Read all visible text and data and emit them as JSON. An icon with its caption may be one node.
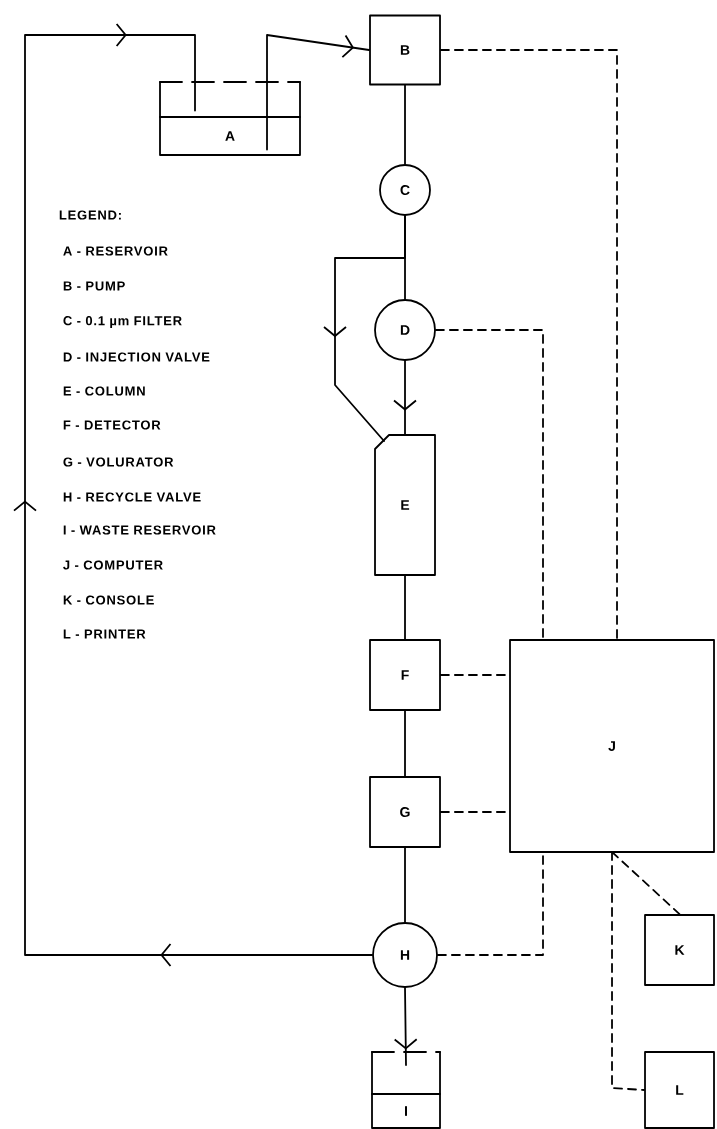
{
  "diagram": {
    "nodes": [
      {
        "text": [
          "A"
        ]
      },
      {
        "text": [
          "B"
        ]
      },
      {
        "text": [
          "C"
        ]
      },
      {
        "text": [
          "D"
        ]
      },
      {
        "text": [
          "E"
        ]
      },
      {
        "text": [
          "F"
        ]
      },
      {
        "text": [
          "G"
        ]
      },
      {
        "text": [
          "H"
        ]
      },
      {
        "text": [
          "I"
        ]
      },
      {
        "text": [
          "J"
        ]
      },
      {
        "text": [
          "K"
        ]
      },
      {
        "text": [
          "L"
        ]
      }
    ],
    "edges": [
      {
        "from": 0,
        "to": 1,
        "arrow": "to"
      },
      {
        "from": 7,
        "to": 0,
        "arrow": "to"
      },
      {
        "from": 1,
        "to": 2,
        "arrow": "none"
      },
      {
        "from": 2,
        "to": 3,
        "arrow": "none"
      },
      {
        "from": 2,
        "to": 4,
        "arrow": "to"
      },
      {
        "from": 3,
        "to": 4,
        "arrow": "to"
      },
      {
        "from": 4,
        "to": 5,
        "arrow": "none"
      },
      {
        "from": 5,
        "to": 6,
        "arrow": "none"
      },
      {
        "from": 6,
        "to": 7,
        "arrow": "none"
      },
      {
        "from": 7,
        "to": 8,
        "arrow": "to"
      },
      {
        "from": 1,
        "to": 9,
        "arrow": "none",
        "style": "dashed"
      },
      {
        "from": 3,
        "to": 9,
        "arrow": "none",
        "style": "dashed"
      },
      {
        "from": 5,
        "to": 9,
        "arrow": "none",
        "style": "dashed"
      },
      {
        "from": 6,
        "to": 9,
        "arrow": "none",
        "style": "dashed"
      },
      {
        "from": 7,
        "to": 9,
        "arrow": "none",
        "style": "dashed"
      },
      {
        "from": 9,
        "to": 10,
        "arrow": "none",
        "style": "dashed"
      },
      {
        "from": 9,
        "to": 11,
        "arrow": "none",
        "style": "dashed"
      }
    ],
    "labels": [
      "LEGEND:",
      "A - RESERVOIR",
      "B - PUMP",
      "C - 0.1 µm FILTER",
      "D - INJECTION VALVE",
      "E - COLUMN",
      "F - DETECTOR",
      "G - VOLURATOR",
      "H - RECYCLE VALVE",
      "I - WASTE RESERVOIR",
      "J - COMPUTER",
      "K - CONSOLE",
      "L - PRINTER"
    ]
  }
}
